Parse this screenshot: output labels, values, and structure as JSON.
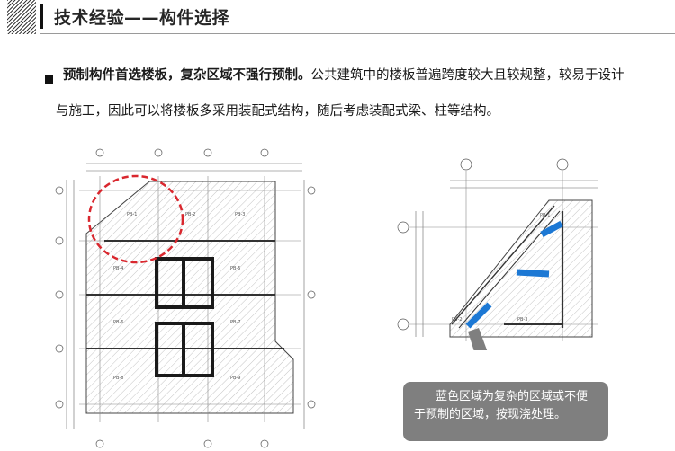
{
  "header": {
    "title": "技术经验——构件选择"
  },
  "paragraph": {
    "bold_lead": "预制构件首选楼板，复杂区域不强行预制。",
    "line1_rest": "公共建筑中的楼板普遍跨度较大且较规整，较易于设计",
    "line2": "与施工，因此可以将楼板多采用装配式结构，随后考虑装配式梁、柱等结构。"
  },
  "callout": {
    "line1": "蓝色区域为复杂的区域或不便",
    "line2": "于预制的区域，按现浇处理。"
  },
  "colors": {
    "highlight_circle": "#d9272e",
    "precast_blue": "#1c78d4",
    "callout_fill": "#7f7f7f",
    "wall_dark": "#1a1a1a"
  }
}
